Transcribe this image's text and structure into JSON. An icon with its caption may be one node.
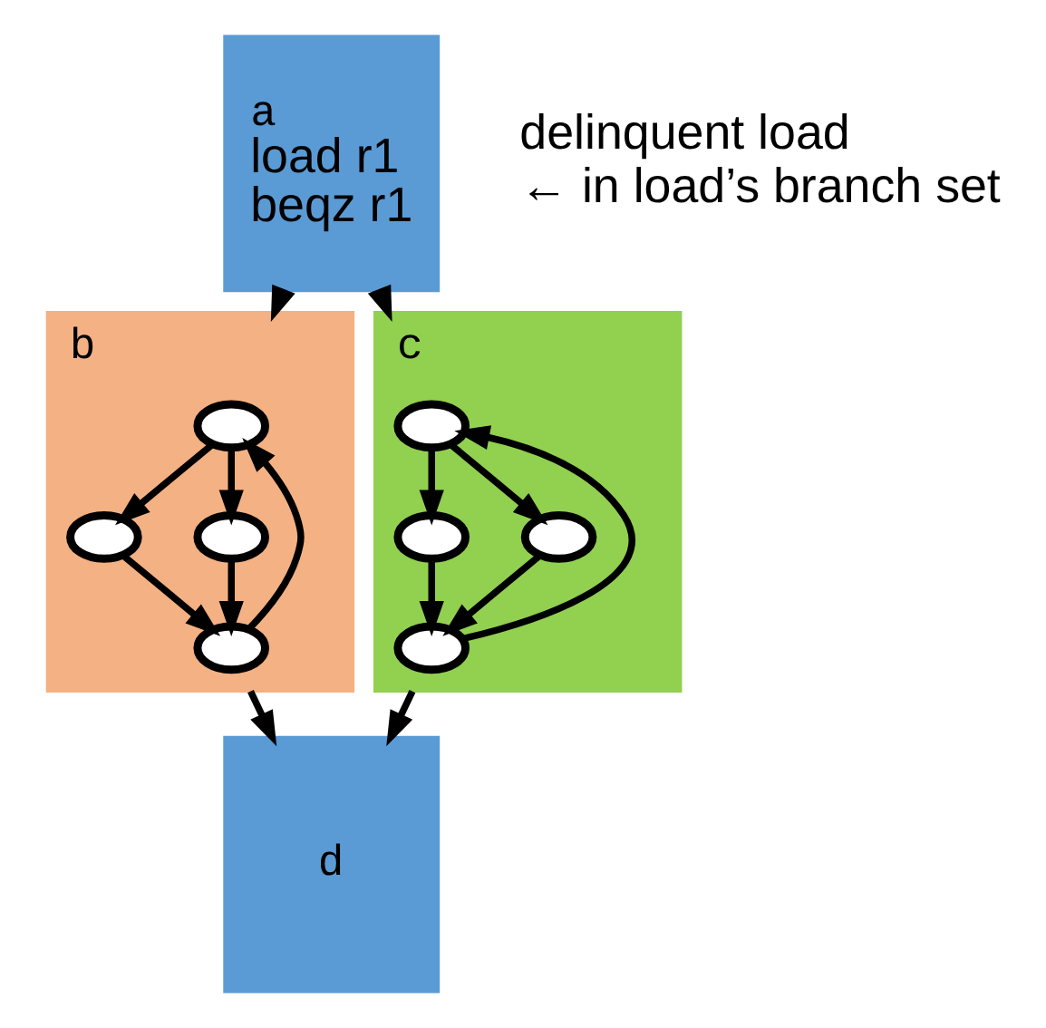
{
  "diagram": {
    "nodes": [
      {
        "text": [
          "a",
          "load r1",
          "beqz r1"
        ],
        "beside": [
          "delinquent load",
          "← in load’s branch set"
        ]
      },
      {
        "text": [
          "b"
        ]
      },
      {
        "text": [],
        "shape": "ellipse",
        "in": 1
      },
      {
        "text": [],
        "shape": "ellipse",
        "in": 1
      },
      {
        "text": [],
        "shape": "ellipse",
        "in": 1
      },
      {
        "text": [],
        "shape": "ellipse",
        "in": 1
      },
      {
        "text": [
          "c"
        ]
      },
      {
        "text": [],
        "shape": "ellipse",
        "in": 6
      },
      {
        "text": [],
        "shape": "ellipse",
        "in": 6
      },
      {
        "text": [],
        "shape": "ellipse",
        "in": 6
      },
      {
        "text": [],
        "shape": "ellipse",
        "in": 6
      },
      {
        "text": [
          "d"
        ]
      }
    ],
    "edges": [
      {
        "from": 0,
        "to": 1,
        "arrow": "to"
      },
      {
        "from": 0,
        "to": 6,
        "arrow": "to"
      },
      {
        "from": 2,
        "to": 3,
        "arrow": "to"
      },
      {
        "from": 2,
        "to": 4,
        "arrow": "to"
      },
      {
        "from": 3,
        "to": 5,
        "arrow": "to"
      },
      {
        "from": 4,
        "to": 5,
        "arrow": "to"
      },
      {
        "from": 5,
        "to": 2,
        "arrow": "to"
      },
      {
        "from": 7,
        "to": 8,
        "arrow": "to"
      },
      {
        "from": 7,
        "to": 9,
        "arrow": "to"
      },
      {
        "from": 8,
        "to": 10,
        "arrow": "to"
      },
      {
        "from": 9,
        "to": 10,
        "arrow": "to"
      },
      {
        "from": 10,
        "to": 7,
        "arrow": "to"
      },
      {
        "from": 1,
        "to": 11,
        "arrow": "to"
      },
      {
        "from": 6,
        "to": 11,
        "arrow": "to"
      }
    ]
  }
}
